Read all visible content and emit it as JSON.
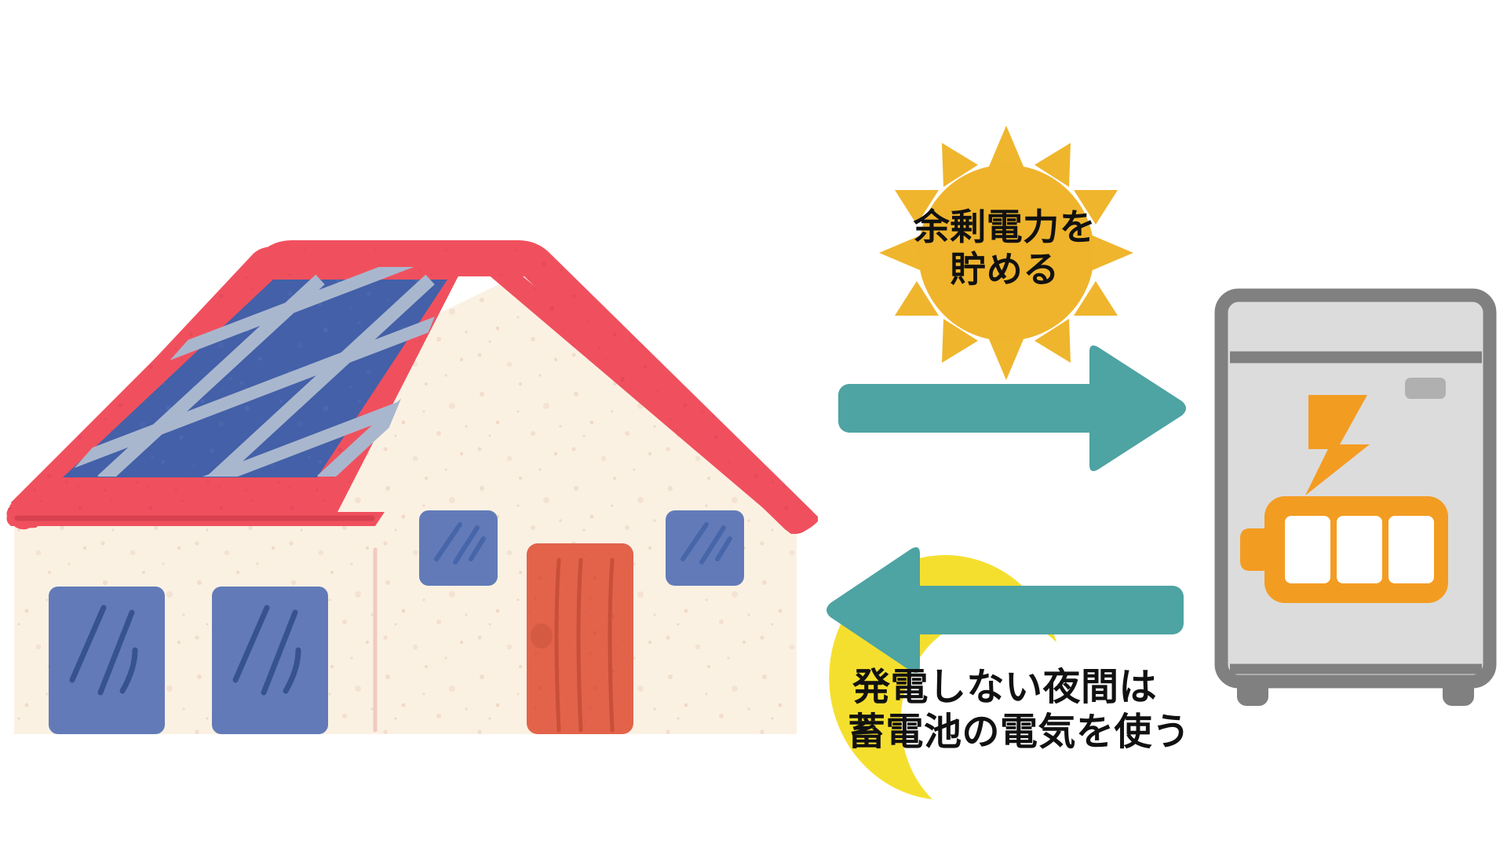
{
  "diagram": {
    "title": "Residential solar panel and storage battery energy flow",
    "background_color": "#ffffff"
  },
  "house": {
    "name": "house-with-solar-panels",
    "roof_color": "#F0505E",
    "roof_shadow_color": "#D8414F",
    "wall_color": "#FBF1E3",
    "panel_color": "#4360A8",
    "panel_grid_color": "#A9B7CE",
    "window_color": "#627BB8",
    "window_line_color": "#37538F",
    "door_color": "#E2634A",
    "door_line_color": "#C94F38",
    "door_knob_color": "#D45B42"
  },
  "sun": {
    "name": "sun-icon",
    "color": "#EFB52D",
    "ray_count": 12,
    "label_lines": [
      "余剰電力を",
      "貯める"
    ]
  },
  "moon": {
    "name": "crescent-moon-icon",
    "color": "#F5DF2E"
  },
  "arrows": {
    "charge": {
      "name": "arrow-house-to-battery",
      "direction": "right",
      "color": "#4EA3A3",
      "label_lines": [
        "余剰電力を",
        "貯める"
      ]
    },
    "discharge": {
      "name": "arrow-battery-to-house",
      "direction": "left",
      "color": "#4EA3A3",
      "label_lines": [
        "発電しない夜間は",
        "蓄電池の電気を使う"
      ]
    }
  },
  "battery_unit": {
    "name": "storage-battery-unit",
    "body_color": "#DCDCDC",
    "border_color": "#808080",
    "accent_color": "#F39C22",
    "cell_color": "#FFFFFF",
    "vent_color": "#B0B0B0",
    "cell_count": 3
  },
  "labels": {
    "charge_line1": "余剰電力を",
    "charge_line2": "貯める",
    "discharge_line1": "発電しない夜間は",
    "discharge_line2": "蓄電池の電気を使う"
  }
}
